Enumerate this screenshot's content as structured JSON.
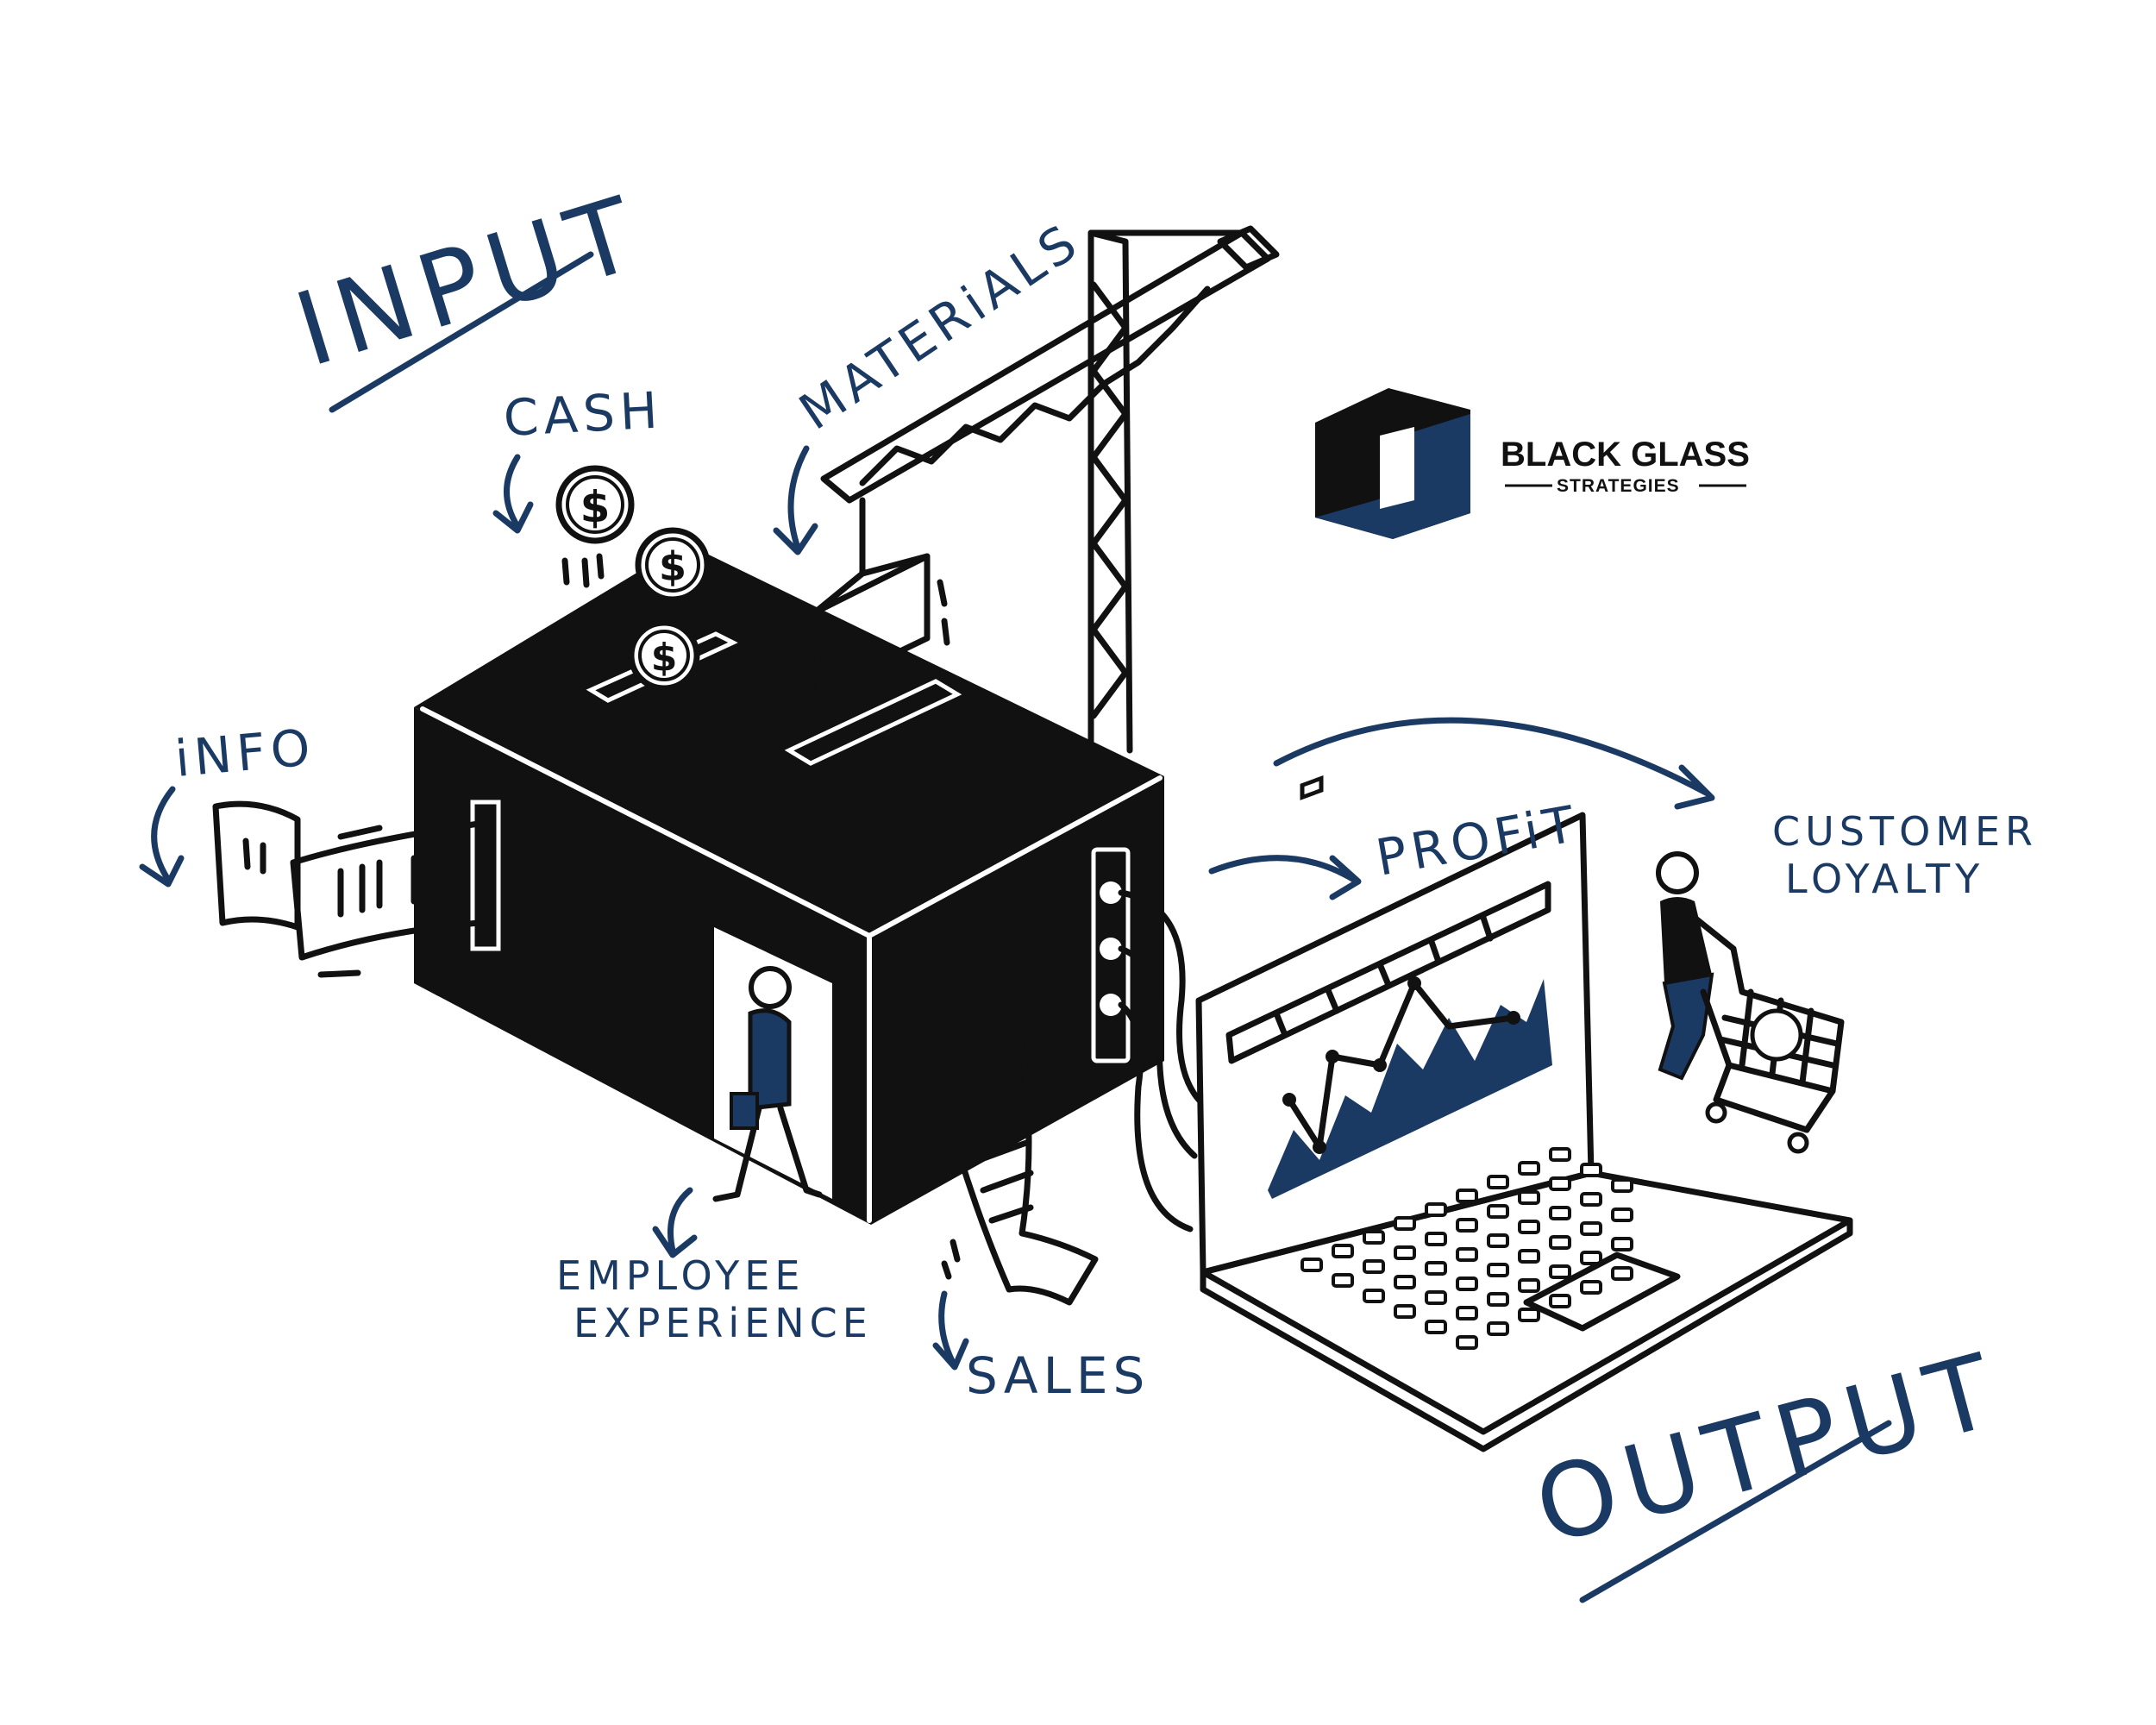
{
  "labels": {
    "input": "INPUT",
    "output": "OUTPUT",
    "cash": "CASH",
    "materials": "MATERiALS",
    "info": "iNFO",
    "profit": "PROFiT",
    "customer_loyalty_line1": "CUSTOMER",
    "customer_loyalty_line2": "LOYALTY",
    "employee_experience_line1": "EMPLOYEE",
    "employee_experience_line2": "EXPERiENCE",
    "sales": "SALES"
  },
  "logo": {
    "title": "BLACK GLASS",
    "subtitle": "STRATEGIES"
  },
  "coin_symbol": "$",
  "colors": {
    "ink": "#111111",
    "accent_blue": "#1b3a63",
    "background": "#ffffff"
  }
}
